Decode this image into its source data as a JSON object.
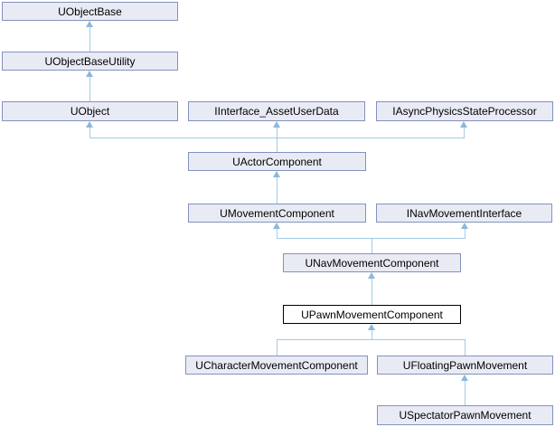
{
  "diagram": {
    "type": "class-inheritance-graph",
    "colors": {
      "background": "#ffffff",
      "node_fill": "#e9ebf4",
      "node_border": "#8491bf",
      "focus_node_fill": "#ffffff",
      "focus_node_border": "#000000",
      "edge_line": "#a3cbe5",
      "edge_arrowhead": "#8cb8da",
      "text": "#000000"
    },
    "nodes": [
      {
        "id": "uobjectbase",
        "label": "UObjectBase",
        "focus": false
      },
      {
        "id": "uobjectbaseutility",
        "label": "UObjectBaseUtility",
        "focus": false
      },
      {
        "id": "uobject",
        "label": "UObject",
        "focus": false
      },
      {
        "id": "iinterface-assetuserdata",
        "label": "IInterface_AssetUserData",
        "focus": false
      },
      {
        "id": "iasyncphysicsstateprocessor",
        "label": "IAsyncPhysicsStateProcessor",
        "focus": false
      },
      {
        "id": "uactorcomponent",
        "label": "UActorComponent",
        "focus": false
      },
      {
        "id": "umovementcomponent",
        "label": "UMovementComponent",
        "focus": false
      },
      {
        "id": "inavmovementinterface",
        "label": "INavMovementInterface",
        "focus": false
      },
      {
        "id": "unavmovementcomponent",
        "label": "UNavMovementComponent",
        "focus": false
      },
      {
        "id": "upawnmovementcomponent",
        "label": "UPawnMovementComponent",
        "focus": true
      },
      {
        "id": "ucharactermovementcomponent",
        "label": "UCharacterMovementComponent",
        "focus": false
      },
      {
        "id": "ufloatingpawnmovement",
        "label": "UFloatingPawnMovement",
        "focus": false
      },
      {
        "id": "uspectatorpawnmovement",
        "label": "USpectatorPawnMovement",
        "focus": false
      }
    ],
    "edges": [
      {
        "from": "uobjectbaseutility",
        "to": "uobjectbase"
      },
      {
        "from": "uobject",
        "to": "uobjectbaseutility"
      },
      {
        "from": "uactorcomponent",
        "to": "uobject"
      },
      {
        "from": "uactorcomponent",
        "to": "iinterface-assetuserdata"
      },
      {
        "from": "uactorcomponent",
        "to": "iasyncphysicsstateprocessor"
      },
      {
        "from": "umovementcomponent",
        "to": "uactorcomponent"
      },
      {
        "from": "unavmovementcomponent",
        "to": "umovementcomponent"
      },
      {
        "from": "unavmovementcomponent",
        "to": "inavmovementinterface"
      },
      {
        "from": "upawnmovementcomponent",
        "to": "unavmovementcomponent"
      },
      {
        "from": "ucharactermovementcomponent",
        "to": "upawnmovementcomponent"
      },
      {
        "from": "ufloatingpawnmovement",
        "to": "upawnmovementcomponent"
      },
      {
        "from": "uspectatorpawnmovement",
        "to": "ufloatingpawnmovement"
      }
    ]
  }
}
